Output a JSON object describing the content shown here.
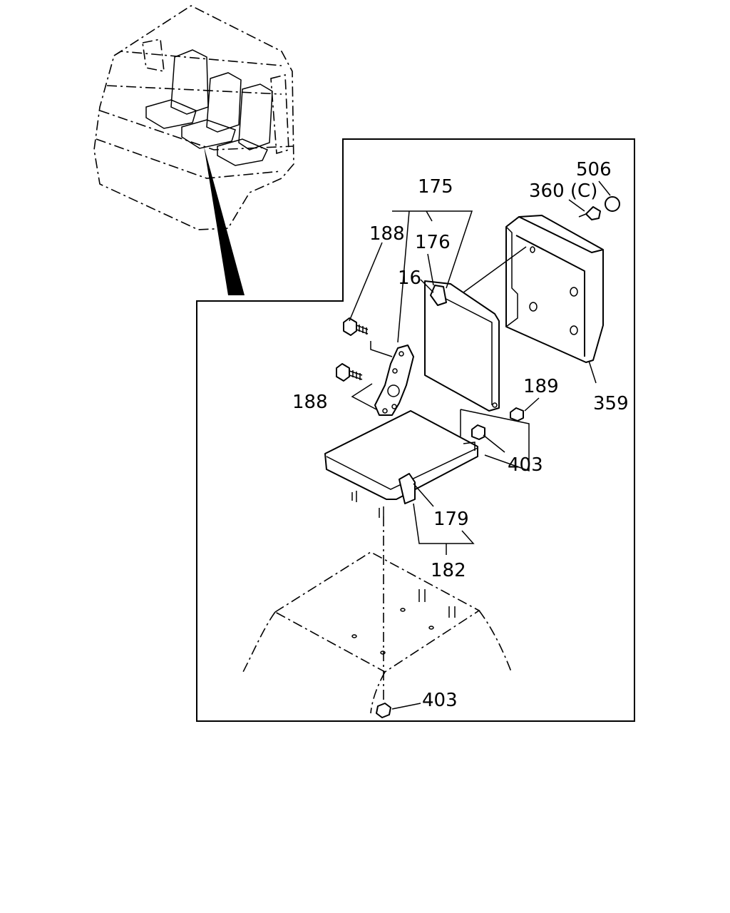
{
  "diagram": {
    "callouts": {
      "c175": "175",
      "c188_top": "188",
      "c176": "176",
      "c16": "16",
      "c188_bottom": "188",
      "c506": "506",
      "c360": "360 (C)",
      "c359": "359",
      "c189": "189",
      "c403_right": "403",
      "c179": "179",
      "c182": "182",
      "c403_bottom": "403"
    }
  }
}
